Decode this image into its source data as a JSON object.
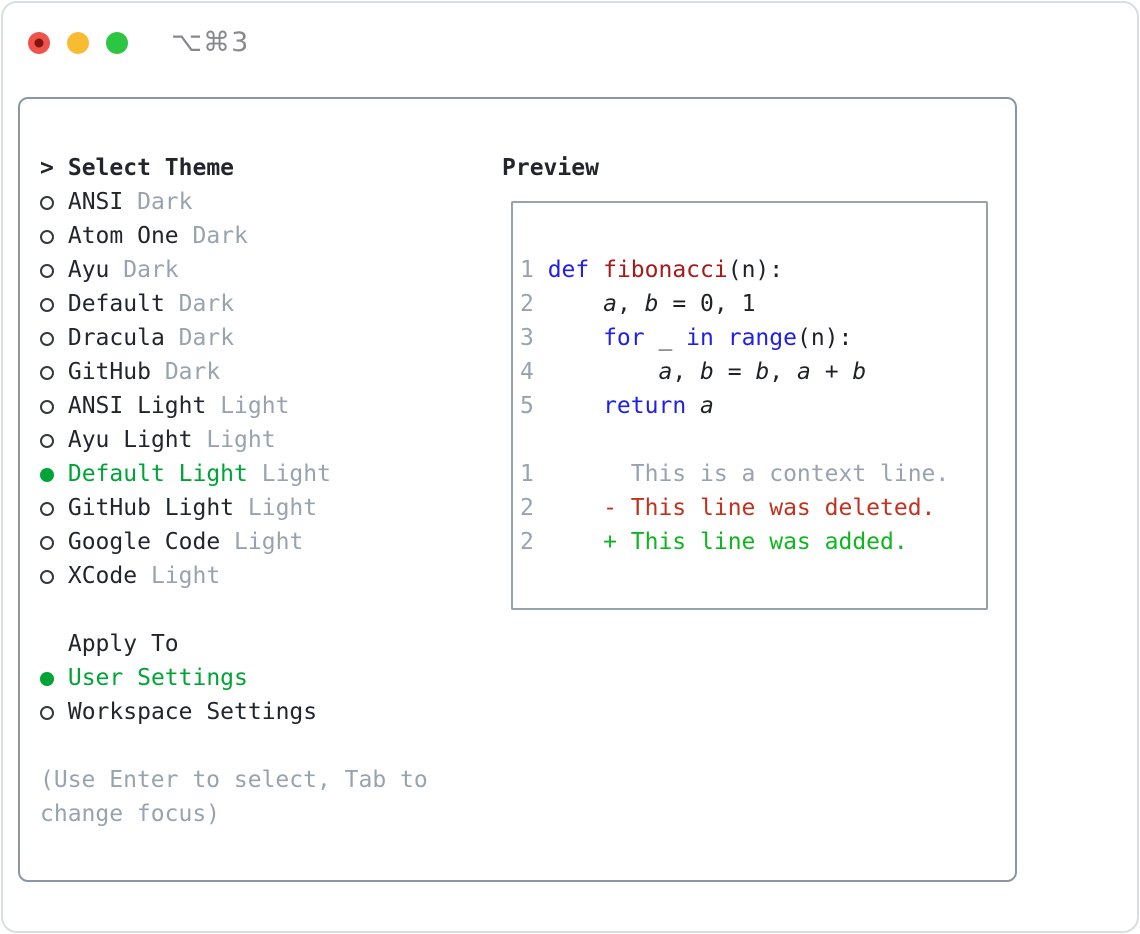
{
  "window": {
    "shortcut": "⌥⌘3",
    "traffic_lights": [
      {
        "name": "close-button",
        "color": "#ef5349",
        "dot_color": "#7e150e"
      },
      {
        "name": "minimize-button",
        "color": "#f8bc32",
        "dot_color": null
      },
      {
        "name": "zoom-button",
        "color": "#2cc642",
        "dot_color": null
      }
    ]
  },
  "theme_selector": {
    "prompt": ">",
    "title": "Select Theme",
    "options": [
      {
        "name": "ANSI",
        "variant": "Dark",
        "selected": false
      },
      {
        "name": "Atom One",
        "variant": "Dark",
        "selected": false
      },
      {
        "name": "Ayu",
        "variant": "Dark",
        "selected": false
      },
      {
        "name": "Default",
        "variant": "Dark",
        "selected": false
      },
      {
        "name": "Dracula",
        "variant": "Dark",
        "selected": false
      },
      {
        "name": "GitHub",
        "variant": "Dark",
        "selected": false
      },
      {
        "name": "ANSI Light",
        "variant": "Light",
        "selected": false
      },
      {
        "name": "Ayu Light",
        "variant": "Light",
        "selected": false
      },
      {
        "name": "Default Light",
        "variant": "Light",
        "selected": true
      },
      {
        "name": "GitHub Light",
        "variant": "Light",
        "selected": false
      },
      {
        "name": "Google Code",
        "variant": "Light",
        "selected": false
      },
      {
        "name": "XCode",
        "variant": "Light",
        "selected": false
      }
    ]
  },
  "apply_to": {
    "title": "Apply To",
    "options": [
      {
        "name": "User Settings",
        "selected": true
      },
      {
        "name": "Workspace Settings",
        "selected": false
      }
    ]
  },
  "help": {
    "text": "(Use Enter to select, Tab to change focus)"
  },
  "preview": {
    "title": "Preview",
    "code_lines": [
      {
        "num": "1",
        "segments": [
          {
            "text": "def",
            "style": "kw"
          },
          {
            "text": " ",
            "style": "code"
          },
          {
            "text": "fibonacci",
            "style": "fn"
          },
          {
            "text": "(n):",
            "style": "code"
          }
        ]
      },
      {
        "num": "2",
        "segments": [
          {
            "text": "    ",
            "style": "code"
          },
          {
            "text": "a",
            "style": "var"
          },
          {
            "text": ", ",
            "style": "code"
          },
          {
            "text": "b",
            "style": "var"
          },
          {
            "text": " = 0, 1",
            "style": "code"
          }
        ]
      },
      {
        "num": "3",
        "segments": [
          {
            "text": "    ",
            "style": "code"
          },
          {
            "text": "for",
            "style": "kw"
          },
          {
            "text": " _ ",
            "style": "code"
          },
          {
            "text": "in",
            "style": "kw"
          },
          {
            "text": " ",
            "style": "code"
          },
          {
            "text": "range",
            "style": "kw"
          },
          {
            "text": "(n):",
            "style": "code"
          }
        ]
      },
      {
        "num": "4",
        "segments": [
          {
            "text": "        ",
            "style": "code"
          },
          {
            "text": "a",
            "style": "var"
          },
          {
            "text": ", ",
            "style": "code"
          },
          {
            "text": "b",
            "style": "var"
          },
          {
            "text": " = ",
            "style": "code"
          },
          {
            "text": "b",
            "style": "var"
          },
          {
            "text": ", ",
            "style": "code"
          },
          {
            "text": "a",
            "style": "var"
          },
          {
            "text": " + ",
            "style": "code"
          },
          {
            "text": "b",
            "style": "var"
          }
        ]
      },
      {
        "num": "5",
        "segments": [
          {
            "text": "    ",
            "style": "code"
          },
          {
            "text": "return",
            "style": "kw"
          },
          {
            "text": " ",
            "style": "code"
          },
          {
            "text": "a",
            "style": "var"
          }
        ]
      },
      {
        "num": "",
        "segments": []
      },
      {
        "num": "1",
        "segments": [
          {
            "text": "      This is a context line.",
            "style": "ctx"
          }
        ]
      },
      {
        "num": "2",
        "segments": [
          {
            "text": "    - This line was deleted.",
            "style": "del"
          }
        ]
      },
      {
        "num": "2",
        "segments": [
          {
            "text": "    + This line was added.",
            "style": "add"
          }
        ]
      }
    ]
  },
  "colors": {
    "selection_green": "#00a436",
    "diff_added_green": "#10b621",
    "diff_deleted_red": "#c3321f",
    "keyword_blue": "#1f1fe8",
    "function_red": "#a81a1a",
    "muted_gray": "#99a3af",
    "text_dark": "#22262c",
    "panel_border": "#8c96a2"
  }
}
